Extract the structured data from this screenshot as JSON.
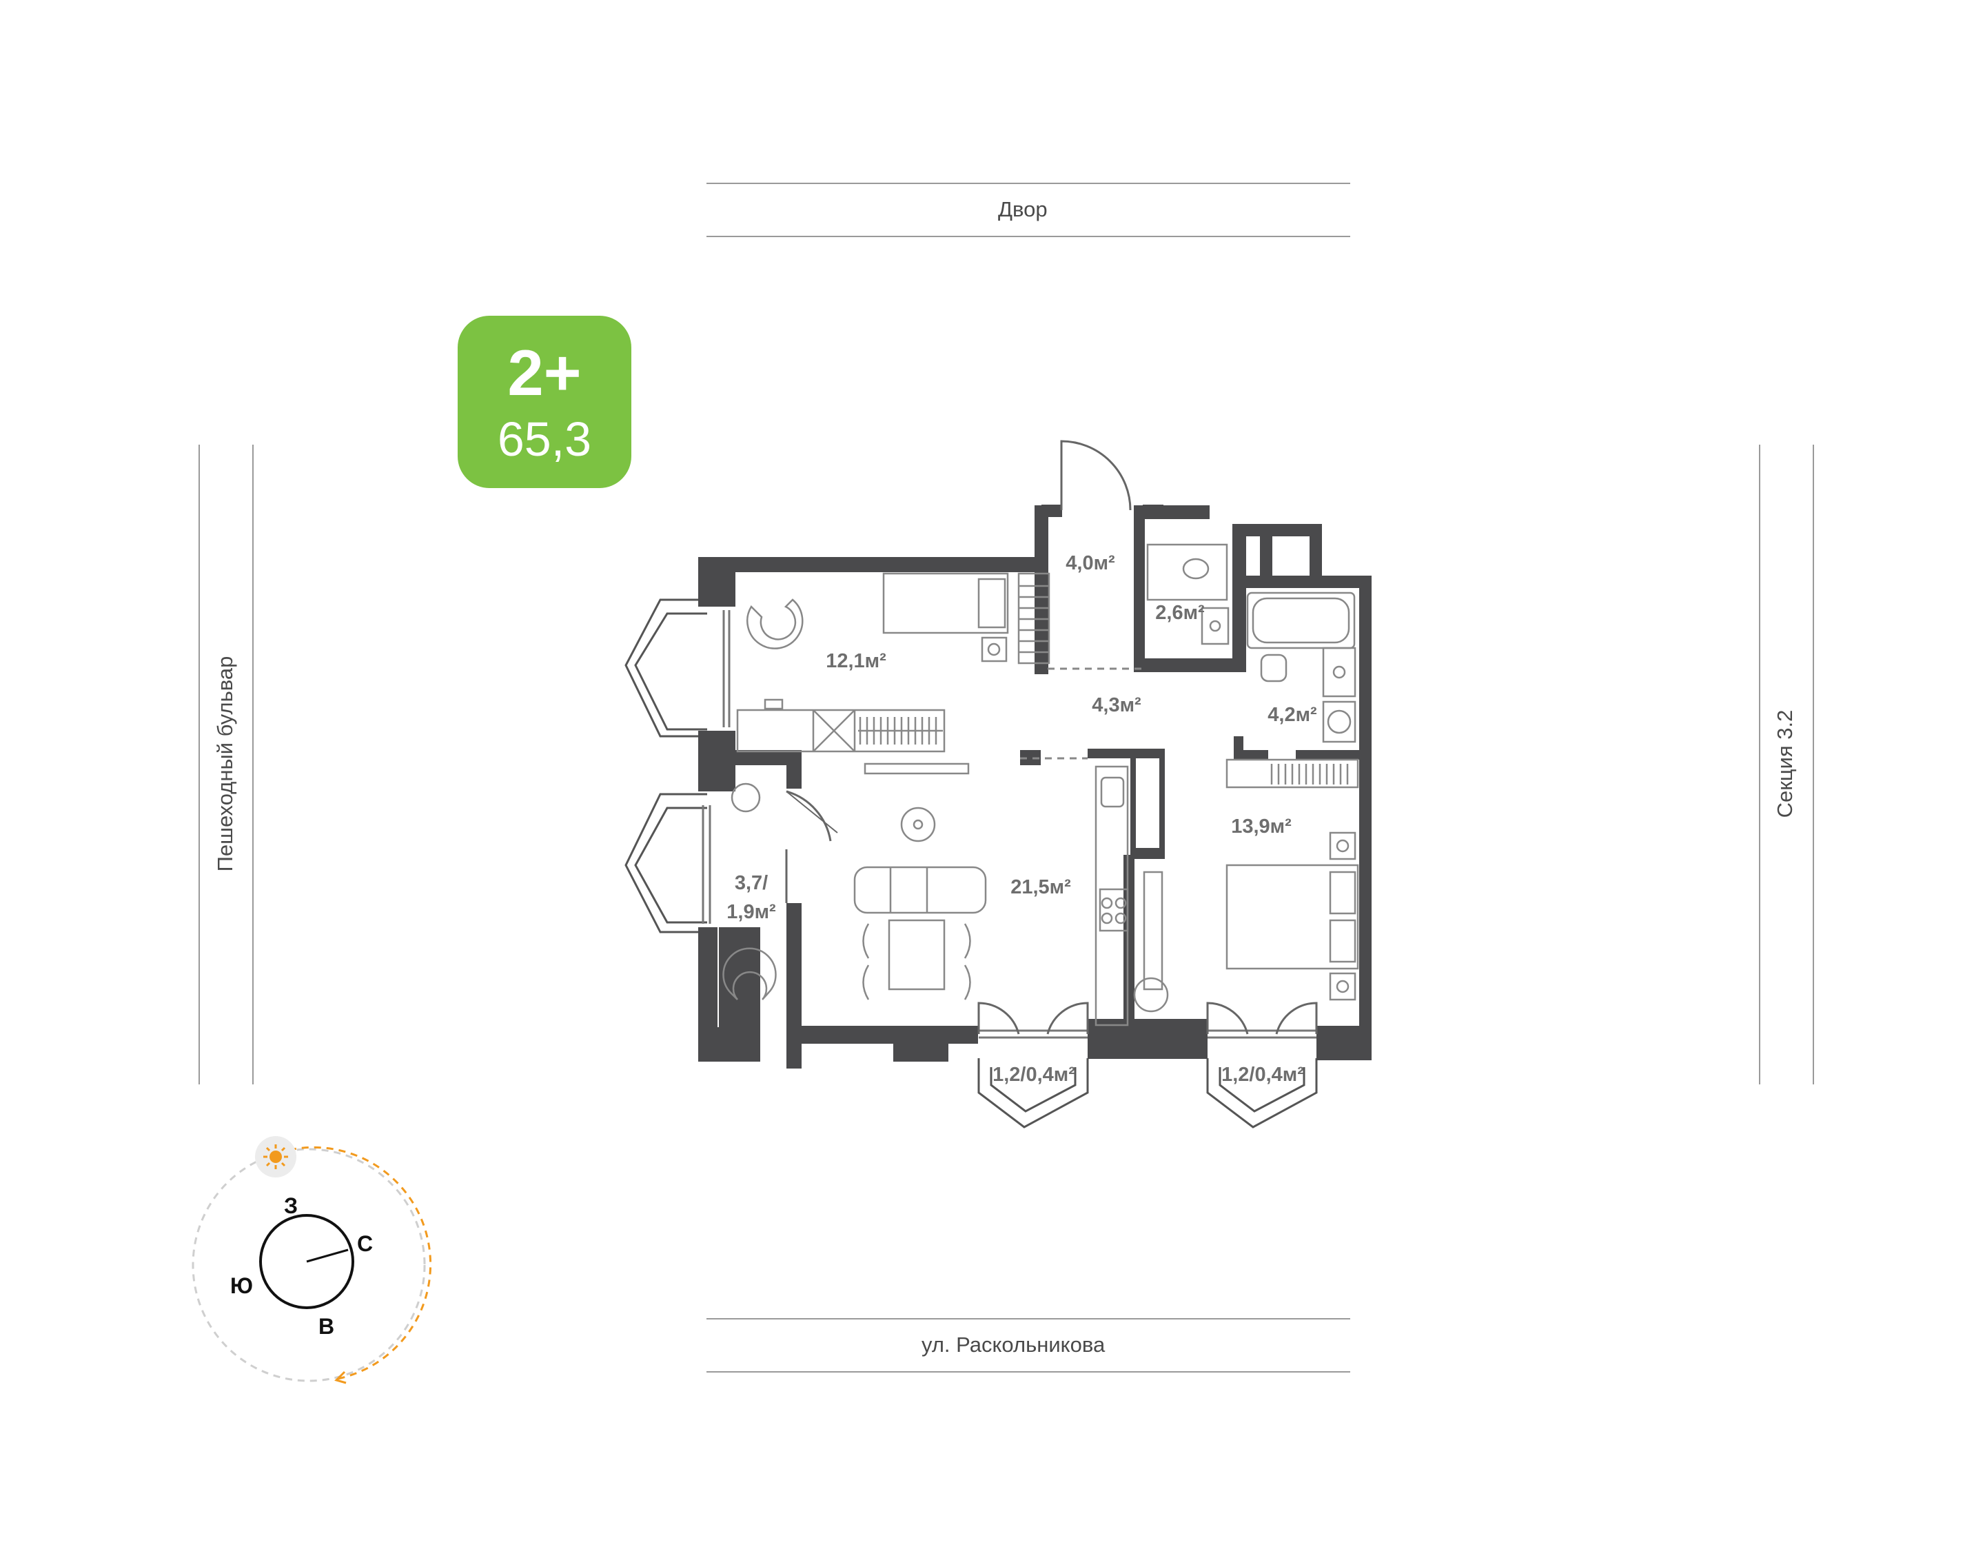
{
  "apartment": {
    "type": "2+",
    "area": "65,3"
  },
  "streets": {
    "top": "Двор",
    "bottom": "ул. Раскольникова",
    "left": "Пешеходный бульвар",
    "right": "Секция 3.2"
  },
  "rooms": {
    "bedroom_small": "12,1м²",
    "hall": "4,0м²",
    "wc": "2,6м²",
    "corridor": "4,3м²",
    "bathroom": "4,2м²",
    "living_kitchen": "21,5м²",
    "bedroom_large": "13,9м²",
    "loggia_line1": "3,7/",
    "loggia_line2": "1,9м²",
    "balcony_left": "1,2/0,4м²",
    "balcony_right": "1,2/0,4м²"
  },
  "compass": {
    "north": "С",
    "south": "Ю",
    "west": "З",
    "east": "В"
  },
  "colors": {
    "badge": "#7cc242",
    "walls": "#4a4a4c",
    "sun_path": "#f29a1e"
  }
}
